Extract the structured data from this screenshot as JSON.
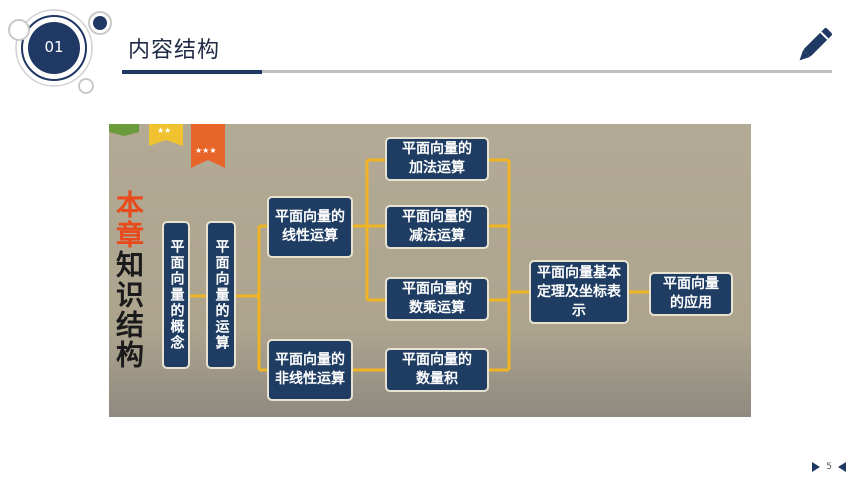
{
  "header": {
    "badge_number": "01",
    "title": "内容结构"
  },
  "diagram": {
    "side_title_red": "本章",
    "side_title_black": "知识结构",
    "nodes": {
      "concept": "平面向量的概念",
      "operation": "平面向量的运算",
      "linear": "平面向量的线性运算",
      "nonlinear": "平面向量的非线性运算",
      "addition": "平面向量的加法运算",
      "subtraction": "平面向量的减法运算",
      "scalar": "平面向量的数乘运算",
      "dot": "平面向量的数量积",
      "theorem": "平面向量基本定理及坐标表示",
      "application": "平面向量的应用"
    }
  },
  "footer": {
    "page_number": "5"
  },
  "colors": {
    "navy": "#1f3864",
    "box": "#1f3d63",
    "connector": "#f0b323",
    "accent_red": "#e84a1c"
  }
}
